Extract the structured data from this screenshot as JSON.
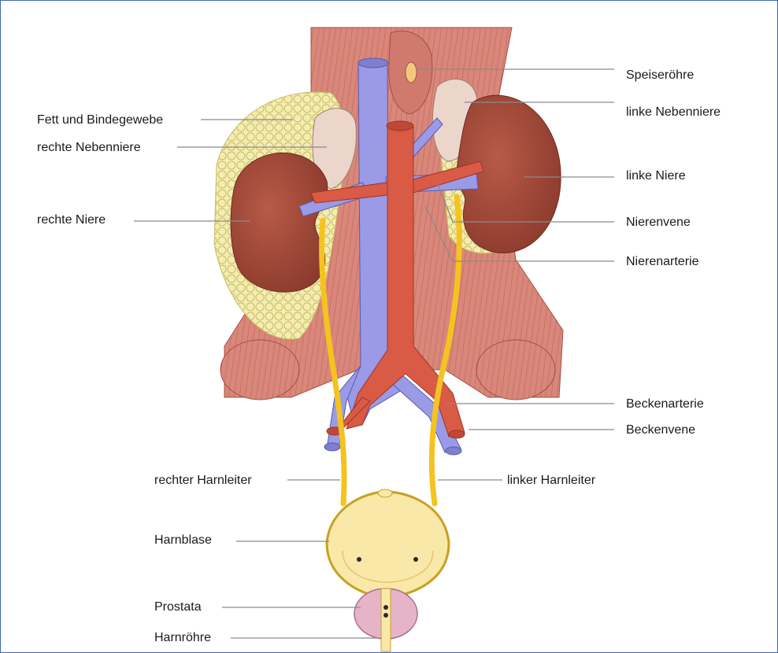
{
  "labels": {
    "speiseroehre": "Speiseröhre",
    "linke_nebenniere": "linke Nebenniere",
    "fett": "Fett und Bindegewebe",
    "rechte_nebenniere": "rechte Nebenniere",
    "linke_niere": "linke Niere",
    "rechte_niere": "rechte Niere",
    "nierenvene": "Nierenvene",
    "nierenarterie": "Nierenarterie",
    "beckenarterie": "Beckenarterie",
    "beckenvene": "Beckenvene",
    "rechter_harnleiter": "rechter Harnleiter",
    "linker_harnleiter": "linker Harnleiter",
    "harnblase": "Harnblase",
    "prostata": "Prostata",
    "harnroehre": "Harnröhre"
  },
  "colors": {
    "frame": "#3d68b5",
    "muscle": "#d9877a",
    "muscle_line": "#a34f45",
    "kidney": "#a44a3a",
    "fat": "#f2ecb0",
    "adrenal": "#ecd6cc",
    "vein": "#9a9ae6",
    "artery": "#d95a45",
    "ureter": "#f5c320",
    "bladder": "#fae8a8",
    "prostate": "#e6b4c8"
  }
}
